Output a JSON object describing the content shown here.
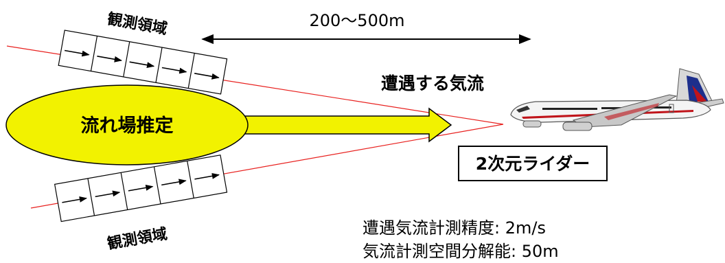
{
  "range_label": "200〜500m",
  "observation_area_top": "観測領域",
  "observation_area_bottom": "観測領域",
  "flow_field_estimation": "流れ場推定",
  "encountered_airflow": "遭遇する気流",
  "lidar_label": "2次元ライダー",
  "spec_accuracy": "遭遇気流計測精度: 2m/s",
  "spec_resolution": "気流計測空間分解能: 50m",
  "colors": {
    "ellipse_fill": "#f2f200",
    "laser_line": "#e8201e",
    "airplane_tail_blue": "#1d2f8c",
    "airplane_tail_red": "#c0141a",
    "airplane_stripe": "#c0141a"
  },
  "icons": {
    "airplane": "airplane-icon",
    "flow_arrow": "right-arrow-icon"
  }
}
